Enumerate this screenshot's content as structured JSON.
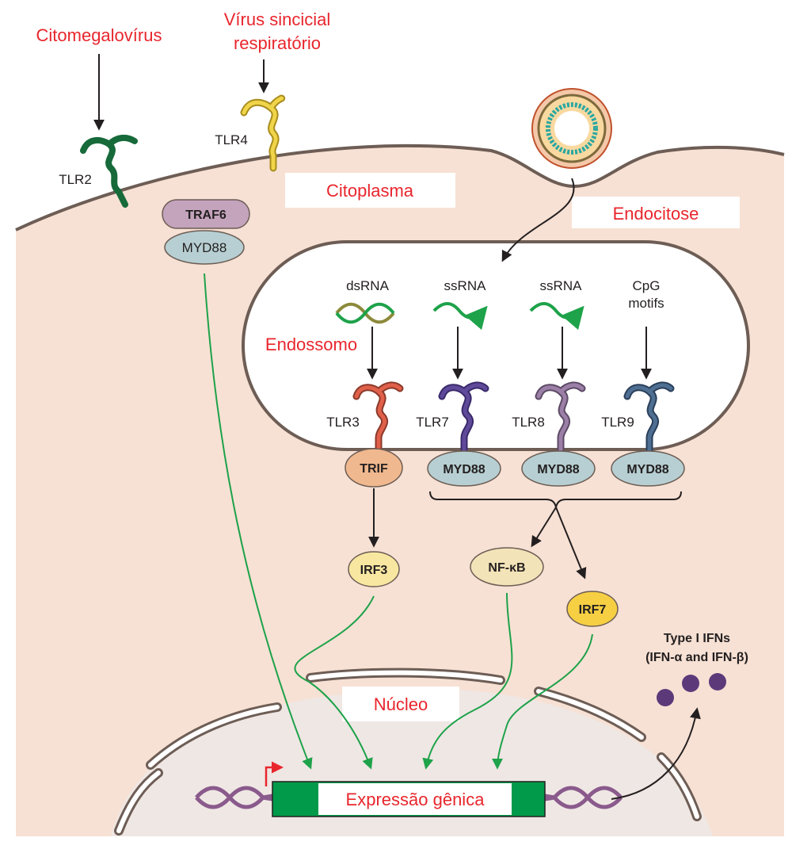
{
  "labels": {
    "citomegalovirus": "Citomegalovírus",
    "rsv_line1": "Vírus sincicial",
    "rsv_line2": "respiratório",
    "citoplasma": "Citoplasma",
    "endocitose": "Endocitose",
    "endossomo": "Endossomo",
    "nucleo": "Núcleo",
    "expressao": "Expressão gênica",
    "ifn_line1": "Type I IFNs",
    "ifn_line2": "(IFN-α and IFN-β)"
  },
  "receptors": {
    "tlr2": "TLR2",
    "tlr4": "TLR4",
    "tlr3": "TLR3",
    "tlr7": "TLR7",
    "tlr8": "TLR8",
    "tlr9": "TLR9"
  },
  "ligands": {
    "dsrna": "dsRNA",
    "ssrna7": "ssRNA",
    "ssrna8": "ssRNA",
    "cpg_line1": "CpG",
    "cpg_line2": "motifs"
  },
  "adaptors": {
    "traf6": "TRAF6",
    "myd88_surface": "MYD88",
    "trif": "TRIF",
    "myd88_tlr7": "MYD88",
    "myd88_tlr8": "MYD88",
    "myd88_tlr9": "MYD88",
    "irf3": "IRF3",
    "nfkb": "NF-κB",
    "irf7": "IRF7"
  },
  "colors": {
    "cytoplasm": "#f7e1d4",
    "membrane": "#6d5d55",
    "nucleus": "#efe7e4",
    "tlr2": "#176a3a",
    "tlr4": "#f0d54a",
    "tlr3": "#e0604a",
    "tlr7": "#5f4a9a",
    "tlr8": "#9c7fa6",
    "tlr9": "#4f6f92",
    "myd88": "#b7cfd2",
    "traf6": "#c4a3bc",
    "trif": "#f0b88e",
    "irf3": "#f8e7a0",
    "nfkb": "#f3e3b8",
    "irf7": "#f6cf43",
    "signal": "#1ea24a",
    "gene_block": "#009a4a",
    "dna": "#8a5a8c",
    "ifn": "#5c3a7a",
    "label_red": "#e8262d"
  }
}
